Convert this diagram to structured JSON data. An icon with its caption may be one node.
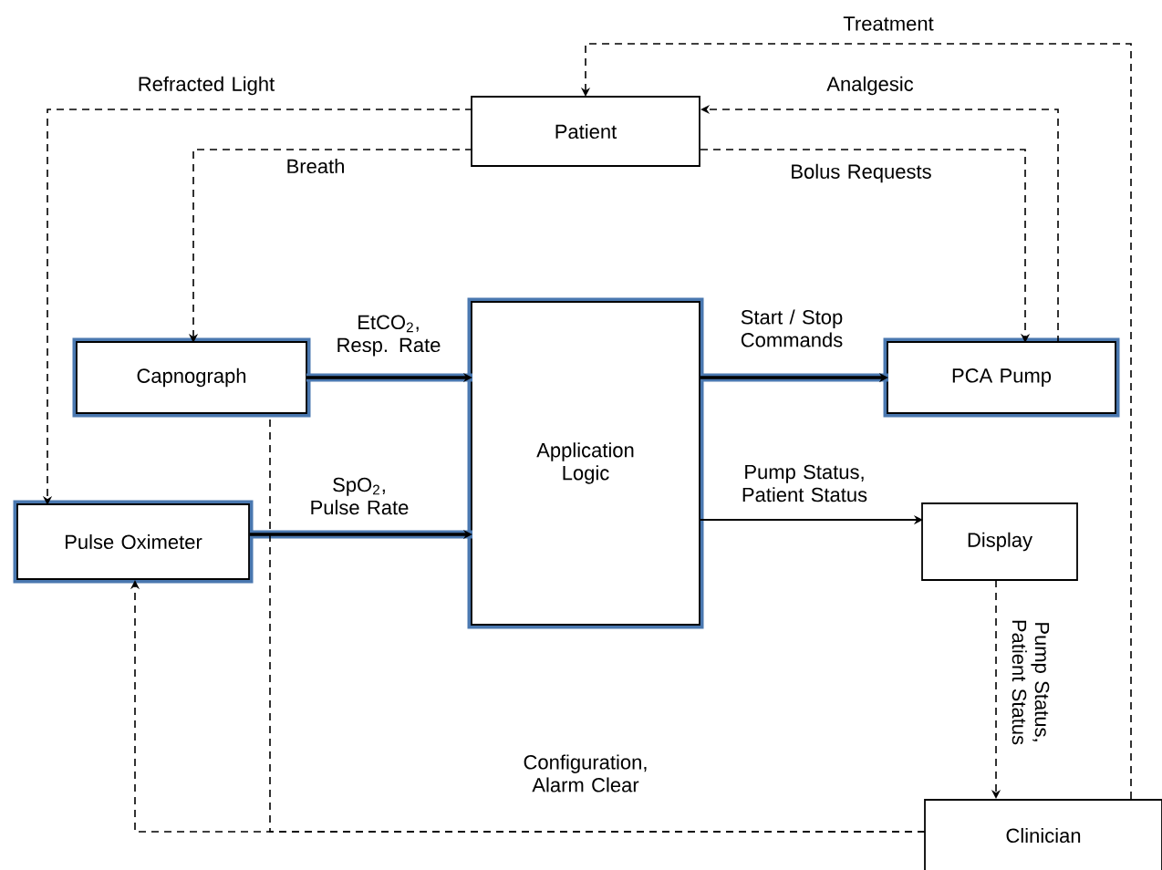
{
  "diagram": {
    "nodes": [
      {
        "text": [
          "Patient"
        ]
      },
      {
        "text": [
          "Capnograph"
        ]
      },
      {
        "text": [
          "Pulse Oximeter"
        ]
      },
      {
        "text": [
          "Application Logic"
        ]
      },
      {
        "text": [
          "PCA Pump"
        ]
      },
      {
        "text": [
          "Display"
        ]
      },
      {
        "text": [
          "Clinician"
        ]
      }
    ],
    "edges": [
      {
        "from": 0,
        "to": 2,
        "arrow": "to",
        "style": "dashed",
        "label": "Refracted Light"
      },
      {
        "from": 0,
        "to": 1,
        "arrow": "to",
        "style": "dashed",
        "label": "Breath"
      },
      {
        "from": 4,
        "to": 0,
        "arrow": "to",
        "style": "dashed",
        "label": "Analgesic"
      },
      {
        "from": 0,
        "to": 4,
        "arrow": "to",
        "style": "dashed",
        "label": "Bolus Requests"
      },
      {
        "from": 6,
        "to": 0,
        "arrow": "to",
        "style": "dashed",
        "label": "Treatment"
      },
      {
        "from": 1,
        "to": 3,
        "arrow": "to",
        "style": "thick",
        "color": "#4a78b0",
        "label": "EtCO$_{2}$, Resp. Rate"
      },
      {
        "from": 2,
        "to": 3,
        "arrow": "to",
        "style": "thick",
        "color": "#4a78b0",
        "label": "SpO$_{2}$, Pulse Rate"
      },
      {
        "from": 3,
        "to": 4,
        "arrow": "to",
        "style": "thick",
        "color": "#4a78b0",
        "label": "Start / Stop Commands"
      },
      {
        "from": 3,
        "to": 5,
        "arrow": "to",
        "label": "Pump Status, Patient Status"
      },
      {
        "from": 5,
        "to": 6,
        "arrow": "to",
        "style": "dashed",
        "label": "Pump Status, Patient Status"
      },
      {
        "from": 6,
        "to": 2,
        "arrow": "to",
        "style": "dashed",
        "label": "Configuration, Alarm Clear"
      },
      {
        "from": 6,
        "to": 1,
        "arrow": "none",
        "style": "dashed"
      }
    ]
  }
}
